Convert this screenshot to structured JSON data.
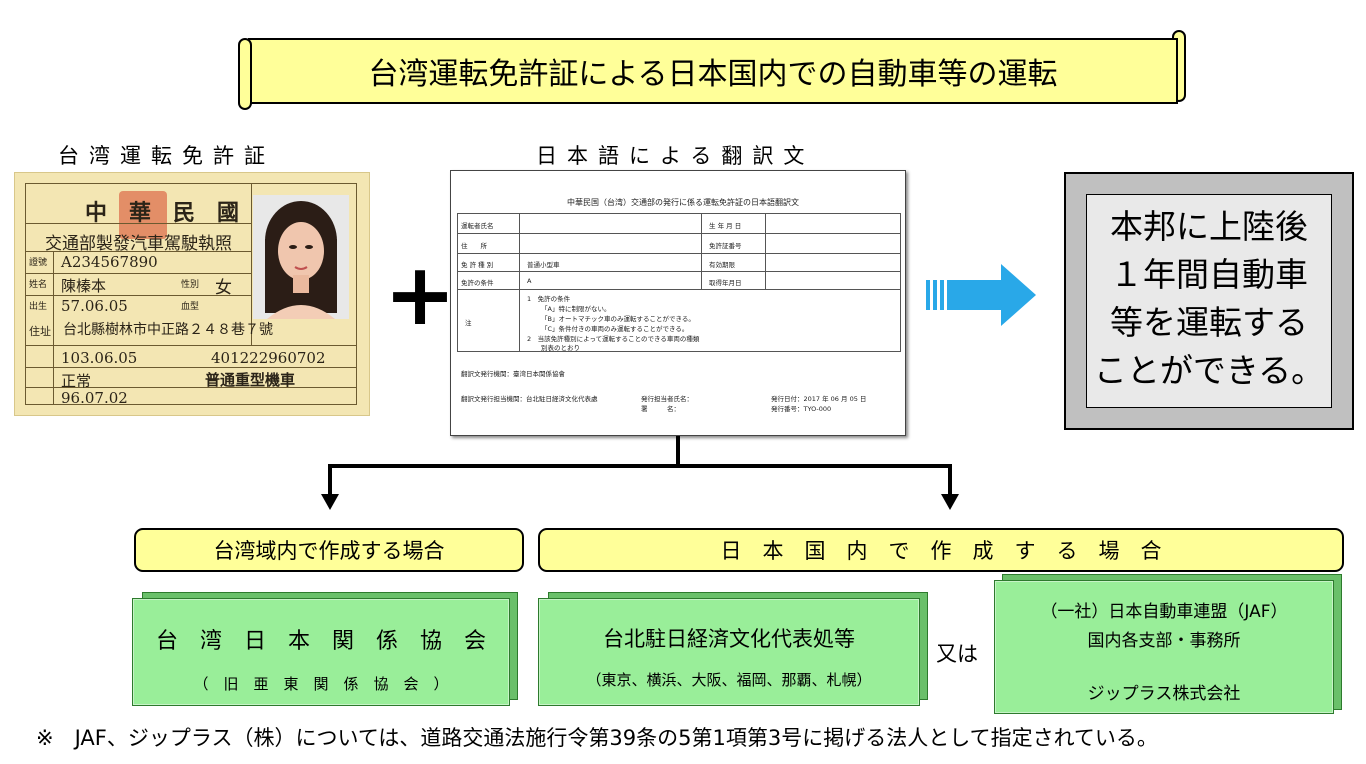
{
  "title": "台湾運転免許証による日本国内での自動車等の運転",
  "license": {
    "caption": "台湾運転免許証",
    "header": "中　華　民　國",
    "agency": "交通部製發汽車駕駛執照",
    "number_label": "證號",
    "number": "A234567890",
    "name_label": "姓名",
    "name": "陳榛本",
    "sex_label": "性別",
    "sex": "女",
    "birth_label": "出生",
    "birth": "57.06.05",
    "blood_label": "血型",
    "addr_label": "住址",
    "address": "台北縣樹林市中正路２４８巷７號",
    "issue": "103.06.05",
    "control_no": "401222960702",
    "status": "正常",
    "class": "普通重型機車",
    "expiry": "96.07.02"
  },
  "plus": "+",
  "translation": {
    "caption": "日本語による翻訳文",
    "doc_title": "中華民国（台湾）交通部の発行に係る運転免許証の日本語翻訳文",
    "rows": {
      "name": "運転者氏名",
      "birth": "生 年 月 日",
      "address": "住　　所",
      "license_no": "免許証番号",
      "type_label": "免 許 種 別",
      "type_value": "普通小型車",
      "valid": "有効期限",
      "cond_label": "免許の条件",
      "cond_value": "A",
      "acquired": "取得年月日",
      "notes_label": "注"
    },
    "notes": [
      "1　免許の条件",
      "「A」特に制限がない。",
      "「B」オートマチック車のみ運転することができる。",
      "「C」条件付きの車両のみ運転することができる。",
      "2　当該免許種別によって運転することのできる車両の種類",
      "別表のとおり"
    ],
    "issuer": "翻訳文発行機関：臺湾日本関係協會",
    "footer_agency": "翻訳文発行担当機関：台北駐日経済文化代表處",
    "footer_person": "発行担当者氏名：",
    "footer_seal": "署　　　名：",
    "footer_date": "発行日付：2017 年 06 月 05 日",
    "footer_no": "発行番号：TYO-000"
  },
  "result": {
    "line1": "本邦に上陸後",
    "line2": "１年間自動車",
    "line3": "等を運転する",
    "line4": "ことができる。"
  },
  "branches": {
    "taiwan_header": "台湾域内で作成する場合",
    "japan_header": "日　本　国　内　で　作　成　す　る　場　合",
    "taiwan_org": "台　湾　日　本　関　係　協　会",
    "taiwan_org_sub": "（　旧　亜　東　関　係　協　会　）",
    "office_org": "台北駐日経済文化代表処等",
    "office_org_sub": "（東京、横浜、大阪、福岡、那覇、札幌）",
    "or": "又は",
    "jaf_line1": "（一社）日本自動車連盟（JAF）",
    "jaf_line2": "国内各支部・事務所",
    "jaf_line3": "ジップラス株式会社"
  },
  "note": "※　JAF、ジップラス（株）については、道路交通法施行令第39条の5第1項第3号に掲げる法人として指定されている。",
  "colors": {
    "banner": "#ffff99",
    "green_box": "#99ee99",
    "arrow_blue": "#29a8e8",
    "result_gray": "#c0c0c0"
  }
}
